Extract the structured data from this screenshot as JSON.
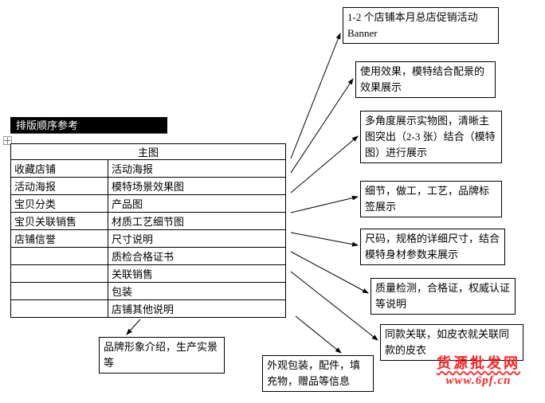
{
  "title_bar": {
    "label": "排版顺序参考"
  },
  "table": {
    "header": "主图",
    "rows": [
      {
        "left": "收藏店铺",
        "right": "活动海报"
      },
      {
        "left": "活动海报",
        "right": "模特场景效果图"
      },
      {
        "left": "宝贝分类",
        "right": "产品图"
      },
      {
        "left": "宝贝关联销售",
        "right": "材质工艺细节图"
      },
      {
        "left": "店铺信誉",
        "right": "尺寸说明"
      },
      {
        "left": "",
        "right": "质检合格证书"
      },
      {
        "left": "",
        "right": "关联销售"
      },
      {
        "left": "",
        "right": "包装"
      },
      {
        "left": "",
        "right": "店铺其他说明"
      }
    ]
  },
  "annotations": [
    {
      "id": "banner",
      "text": "1-2 个店铺本月总店促销活动 Banner"
    },
    {
      "id": "effect",
      "text": "使用效果，模特结合配景的效果展示"
    },
    {
      "id": "multiangle",
      "text": "多角度展示实物图，清晰主图突出（2-3 张）结合（模特图）进行展示"
    },
    {
      "id": "detail",
      "text": "细节，做工，工艺，品牌标签展示"
    },
    {
      "id": "size",
      "text": "尺码，规格的详细尺寸，结合模特身材参数来展示"
    },
    {
      "id": "quality",
      "text": "质量检测，合格证，权威认证等说明"
    },
    {
      "id": "related",
      "text": "同款关联，如皮衣就关联同款的皮衣"
    },
    {
      "id": "brand",
      "text": "品牌形象介绍，生产实景等"
    },
    {
      "id": "package",
      "text": "外观包装，配件，填充物，赠品等信息"
    }
  ],
  "watermark": {
    "line1": "货源批发网",
    "line2": "www.6pf.cn",
    "color": "#ff2121"
  },
  "colors": {
    "shape_border": "#000000",
    "title_bar_bg": "#000000",
    "title_bar_text": "#ffffff"
  }
}
